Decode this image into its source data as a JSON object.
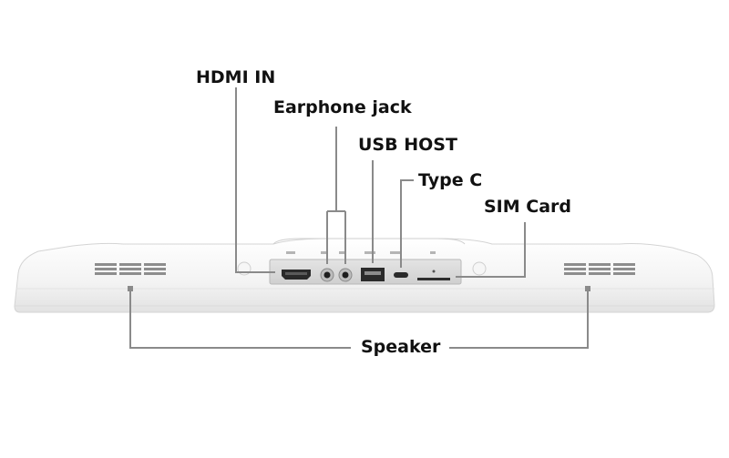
{
  "labels": {
    "hdmi_in": "HDMI IN",
    "earphone_jack": "Earphone jack",
    "usb_host": "USB HOST",
    "type_c": "Type C",
    "sim_card": "SIM Card",
    "speaker": "Speaker"
  },
  "colors": {
    "leader_line": "#8a8a8a",
    "label_text": "#111111",
    "device_body": "#f4f4f4",
    "port_panel": "#d9d9d9",
    "speaker_grille": "#8d8d8d"
  },
  "icons": {
    "hdmi_port": "hdmi-port",
    "earphone_port": "audio-jack",
    "usb_port": "usb-a-port",
    "type_c_port": "usb-c-port",
    "sim_slot": "sim-slot"
  }
}
